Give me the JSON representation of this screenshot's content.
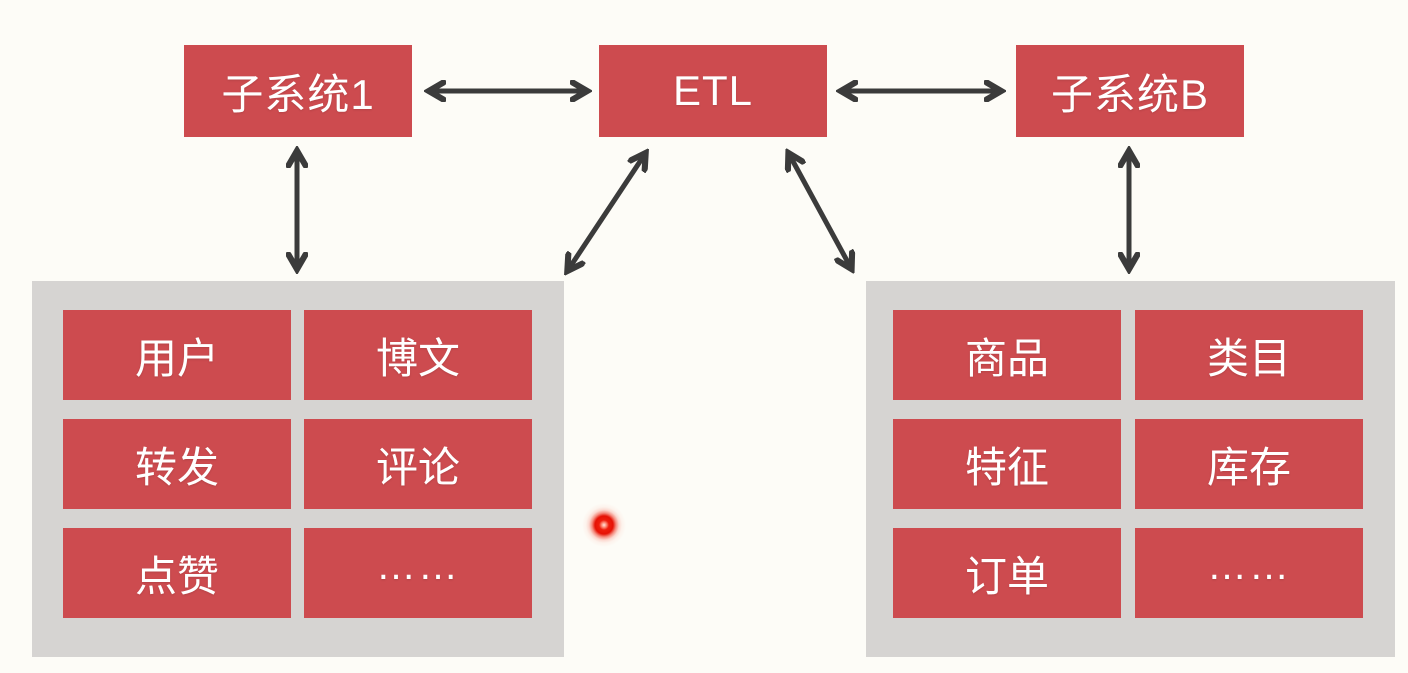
{
  "colors": {
    "background": "#FDFCF7",
    "node_red": "#CD4B4F",
    "panel_gray": "#D6D4D2",
    "arrow_dark": "#3B3B3B",
    "text_white": "#FFFFFF",
    "laser_red": "#E51205"
  },
  "nodes": {
    "subsystem1": "子系统1",
    "etl": "ETL",
    "subsystem_b": "子系统B"
  },
  "left_panel": {
    "items": [
      "用户",
      "博文",
      "转发",
      "评论",
      "点赞",
      "……"
    ]
  },
  "right_panel": {
    "items": [
      "商品",
      "类目",
      "特征",
      "库存",
      "订单",
      "……"
    ]
  },
  "edges": [
    {
      "from": "subsystem1",
      "to": "etl",
      "bidirectional": true
    },
    {
      "from": "etl",
      "to": "subsystem_b",
      "bidirectional": true
    },
    {
      "from": "subsystem1",
      "to": "left_panel",
      "bidirectional": true
    },
    {
      "from": "etl",
      "to": "left_panel",
      "bidirectional": true
    },
    {
      "from": "etl",
      "to": "right_panel",
      "bidirectional": true
    },
    {
      "from": "subsystem_b",
      "to": "right_panel",
      "bidirectional": true
    }
  ],
  "pointer": {
    "type": "laser-pointer-dot"
  }
}
